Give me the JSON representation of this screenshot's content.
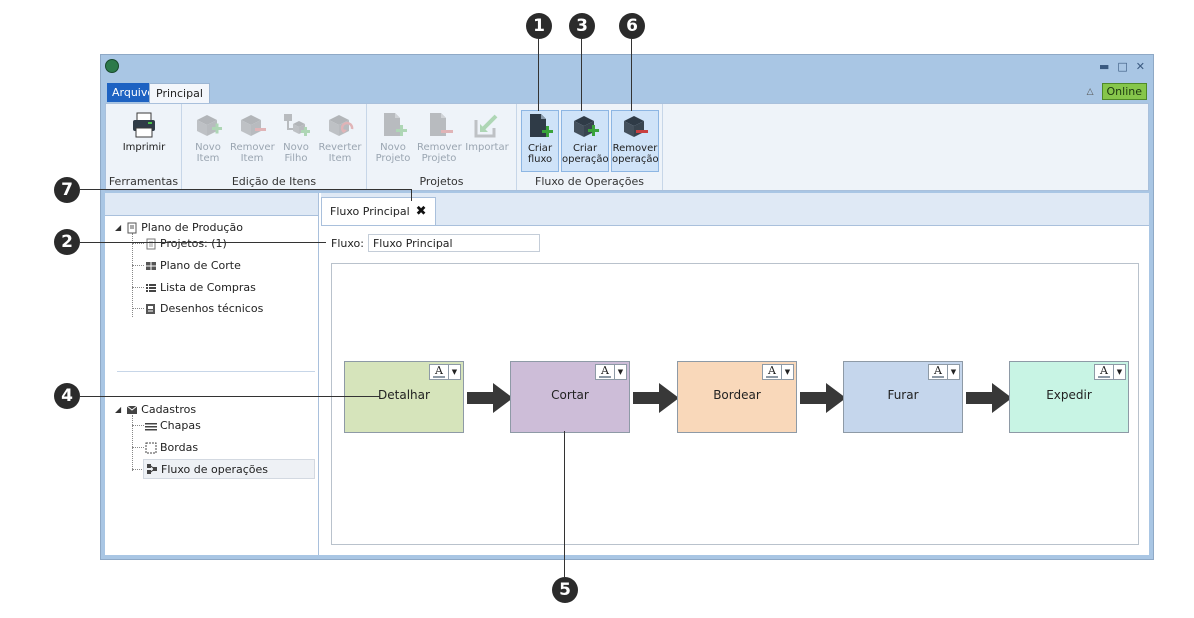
{
  "callouts": [
    "1",
    "3",
    "6",
    "7",
    "2",
    "4",
    "5"
  ],
  "tabs": {
    "arquivo": "Arquivo",
    "principal": "Principal"
  },
  "status": {
    "online": "Online"
  },
  "ribbon": {
    "groups": {
      "ferramentas": "Ferramentas",
      "edicao": "Edição de Itens",
      "projetos": "Projetos",
      "fluxo": "Fluxo de Operações"
    },
    "buttons": {
      "imprimir": "Imprimir",
      "novo_item": [
        "Novo",
        "Item"
      ],
      "remover_item": [
        "Remover",
        "Item"
      ],
      "novo_filho": [
        "Novo",
        "Filho"
      ],
      "reverter_item": [
        "Reverter",
        "Item"
      ],
      "novo_projeto": [
        "Novo",
        "Projeto"
      ],
      "remover_projeto": [
        "Remover",
        "Projeto"
      ],
      "importar": "Importar",
      "criar_fluxo": [
        "Criar",
        "fluxo"
      ],
      "criar_operacao": [
        "Criar",
        "operação"
      ],
      "remover_operacao": [
        "Remover",
        "operação"
      ]
    }
  },
  "tree": {
    "plano": "Plano de Produção",
    "projetos": "Projetos: (1)",
    "plano_corte": "Plano de Corte",
    "lista_compras": "Lista de Compras",
    "desenhos": "Desenhos técnicos",
    "cadastros": "Cadastros",
    "chapas": "Chapas",
    "bordas": "Bordas",
    "fluxo_operacoes": "Fluxo de operações"
  },
  "document": {
    "tab_title": "Fluxo Principal",
    "flux_label": "Fluxo:",
    "flux_value": "Fluxo Principal",
    "format_button": "A"
  },
  "operations": [
    {
      "label": "Detalhar",
      "color": "#d6e4bb"
    },
    {
      "label": "Cortar",
      "color": "#cdbdd8"
    },
    {
      "label": "Bordear",
      "color": "#f9d8ba"
    },
    {
      "label": "Furar",
      "color": "#c5d6ec"
    },
    {
      "label": "Expedir",
      "color": "#c8f4e4"
    }
  ],
  "colors": {
    "accent": "#1d62c2",
    "online": "#86c64b",
    "window_frame": "#a9c6e4"
  }
}
